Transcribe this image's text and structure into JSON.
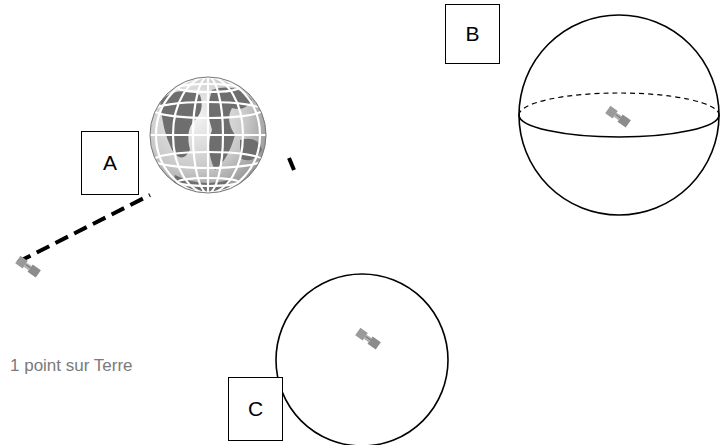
{
  "diagram": {
    "nodes": [
      {
        "text": [
          "A"
        ]
      },
      {
        "text": [
          "B"
        ]
      },
      {
        "text": [
          "C"
        ]
      }
    ],
    "labels": [
      "1 point sur Terre"
    ]
  }
}
